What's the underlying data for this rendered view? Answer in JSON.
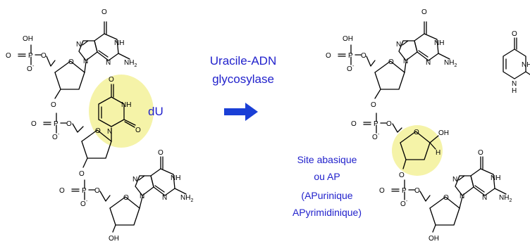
{
  "enzyme": {
    "line1": "Uracile-ADN",
    "line2": "glycosylase"
  },
  "du_label": "dU",
  "abasic": {
    "line1": "Site abasique",
    "line2": "ou AP",
    "line3": "(APurinique",
    "line4": "APyrimidinique)"
  },
  "atoms": {
    "oh": "OH",
    "o": "O",
    "o_minus": "O",
    "minus": "-",
    "p": "P",
    "n": "N",
    "nh": "NH",
    "nh2": "NH",
    "two": "2",
    "h": "H"
  },
  "colors": {
    "label_blue": "#2222cc",
    "arrow_blue": "#1a3fd6",
    "highlight": "#f5f3a8"
  }
}
